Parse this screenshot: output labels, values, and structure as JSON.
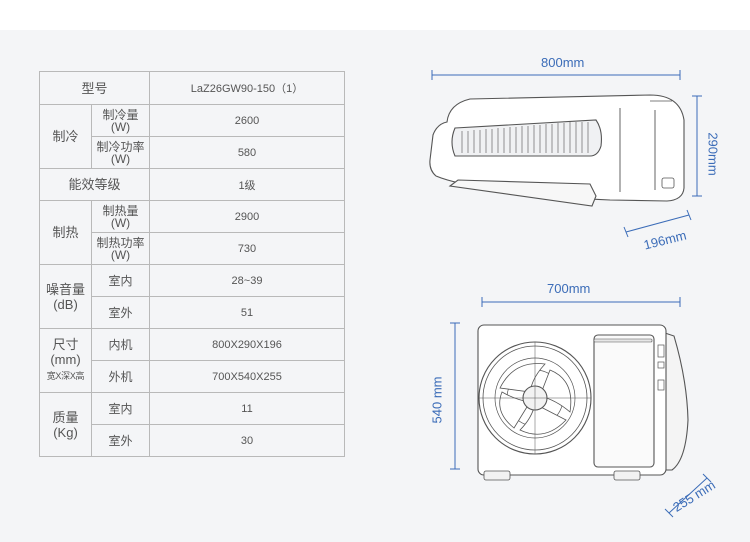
{
  "table": {
    "model_label": "型号",
    "model_value": "LaZ26GW90-150（1）",
    "cooling": {
      "label": "制冷",
      "rows": [
        {
          "line1": "制冷量",
          "line2": "(W)",
          "value": "2600"
        },
        {
          "line1": "制冷功率",
          "line2": "(W)",
          "value": "580"
        }
      ]
    },
    "efficiency": {
      "label": "能效等级",
      "value": "1级"
    },
    "heating": {
      "label": "制热",
      "rows": [
        {
          "line1": "制热量",
          "line2": "(W)",
          "value": "2900"
        },
        {
          "line1": "制热功率",
          "line2": "(W)",
          "value": "730"
        }
      ]
    },
    "noise": {
      "line1": "噪音量",
      "line2": "(dB)",
      "rows": [
        {
          "label": "室内",
          "value": "28~39"
        },
        {
          "label": "室外",
          "value": "51"
        }
      ]
    },
    "size": {
      "line1": "尺寸",
      "line2": "(mm)",
      "line3": "宽X深X高",
      "rows": [
        {
          "label": "内机",
          "value": "800X290X196"
        },
        {
          "label": "外机",
          "value": "700X540X255"
        }
      ]
    },
    "weight": {
      "line1": "质量",
      "line2": "(Kg)",
      "rows": [
        {
          "label": "室内",
          "value": "11"
        },
        {
          "label": "室外",
          "value": "30"
        }
      ]
    }
  },
  "diagram": {
    "indoor": {
      "width": "800mm",
      "height": "290mm",
      "depth": "196mm"
    },
    "outdoor": {
      "width": "700mm",
      "height": "540 mm",
      "depth": "255 mm"
    },
    "colors": {
      "dimension": "#3b6cb8",
      "line": "#555555",
      "table_border": "#b9b9b9"
    }
  }
}
